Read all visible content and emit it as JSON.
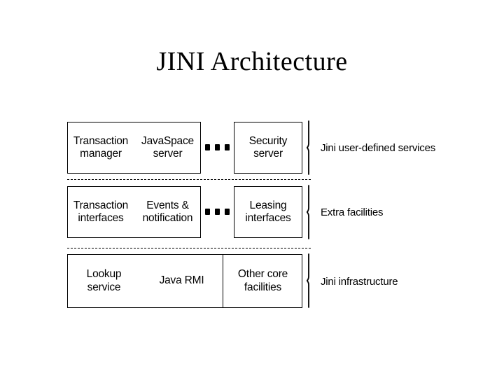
{
  "slide": {
    "title": "JINI Architecture",
    "background_color": "#ffffff",
    "ink_color": "#000000"
  },
  "diagram": {
    "type": "layered-architecture",
    "ellipsis_glyph": "...",
    "tiers": [
      {
        "id": "user-defined-services",
        "right_label": "Jini user-defined services",
        "cells": [
          {
            "lines": [
              "Transaction",
              "manager"
            ]
          },
          {
            "lines": [
              "JavaSpace",
              "server"
            ]
          },
          {
            "lines": [
              "Security",
              "server"
            ]
          }
        ],
        "has_ellipsis": true
      },
      {
        "id": "extra-facilities",
        "right_label": "Extra facilities",
        "cells": [
          {
            "lines": [
              "Transaction",
              "interfaces"
            ]
          },
          {
            "lines": [
              "Events &",
              "notification"
            ]
          },
          {
            "lines": [
              "Leasing",
              "interfaces"
            ]
          }
        ],
        "has_ellipsis": true
      },
      {
        "id": "infrastructure",
        "right_label": "Jini infrastructure",
        "cells": [
          {
            "lines": [
              "Lookup",
              "service"
            ]
          },
          {
            "lines": [
              "Java RMI"
            ]
          },
          {
            "lines": [
              "Other core",
              "facilities"
            ]
          }
        ],
        "has_ellipsis": false
      }
    ]
  }
}
